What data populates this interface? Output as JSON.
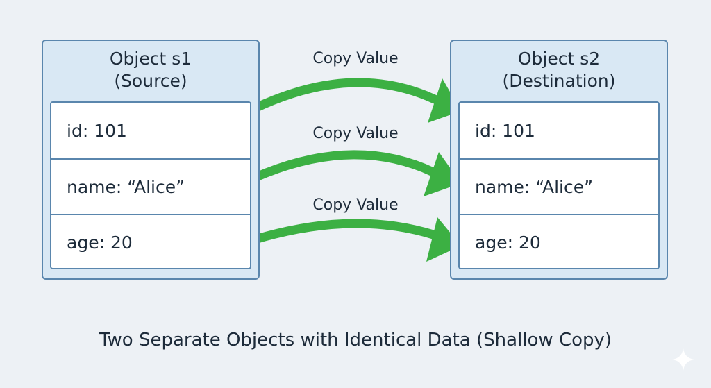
{
  "source_object": {
    "title_line1": "Object s1",
    "title_line2": "(Source)",
    "fields": [
      "id: 101",
      "name: “Alice”",
      "age: 20"
    ]
  },
  "destination_object": {
    "title_line1": "Object s2",
    "title_line2": "(Destination)",
    "fields": [
      "id: 101",
      "name: “Alice”",
      "age: 20"
    ]
  },
  "arrows": [
    {
      "label": "Copy Value"
    },
    {
      "label": "Copy Value"
    },
    {
      "label": "Copy Value"
    }
  ],
  "caption": "Two Separate Objects with Identical Data (Shallow Copy)",
  "colors": {
    "arrow": "#3cb043",
    "box_border": "#5a86ad",
    "box_fill": "#d9e8f4",
    "background": "#edf1f5"
  }
}
